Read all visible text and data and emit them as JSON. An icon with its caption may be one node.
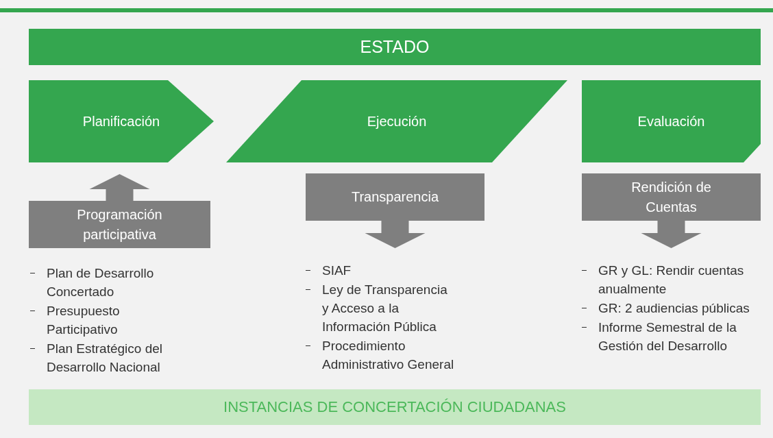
{
  "diagram": {
    "nodes": [
      {
        "text": [
          "ESTADO"
        ]
      },
      {
        "text": [
          "Planificación"
        ]
      },
      {
        "text": [
          "Ejecución"
        ]
      },
      {
        "text": [
          "Evaluación"
        ]
      },
      {
        "text": [
          "Programación participativa"
        ]
      },
      {
        "text": [
          "Transparencia"
        ]
      },
      {
        "text": [
          "Rendición de Cuentas"
        ]
      },
      {
        "text": [
          "SIAF",
          "Ley de Transparencia y Acceso a la Información Pública",
          "Procedimiento Administrativo General"
        ]
      },
      {
        "text": [
          "GR y GL: Rendir cuentas anualmente",
          "GR: 2 audiencias públicas",
          "Informe Semestral de la Gestión del Desarrollo"
        ]
      },
      {
        "text": [
          "INSTANCIAS DE CONCERTACIÓN CIUDADANAS"
        ]
      }
    ],
    "edges": [
      {
        "from": 4,
        "to": 1,
        "arrow": "to"
      },
      {
        "from": 5,
        "to": 7,
        "arrow": "to"
      },
      {
        "from": 6,
        "to": 8,
        "arrow": "to"
      }
    ],
    "labels": [
      "Plan de Desarrollo Concertado",
      "Presupuesto Participativo",
      "Plan Estratégico del Desarrollo Nacional"
    ]
  }
}
